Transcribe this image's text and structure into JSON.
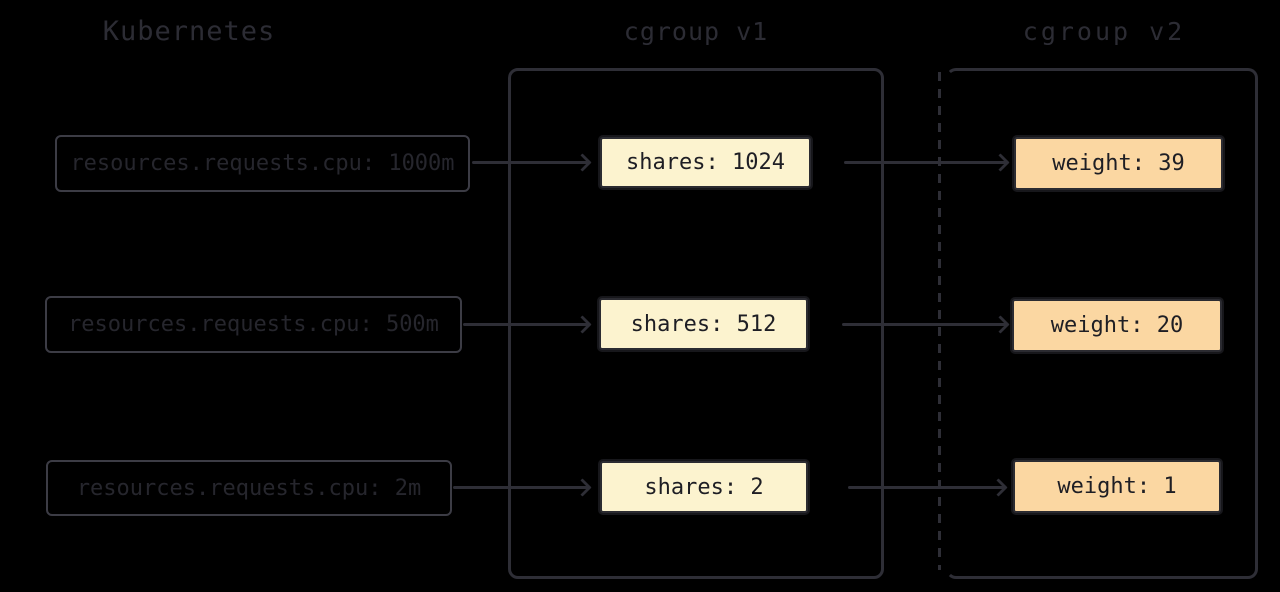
{
  "diagram": {
    "description_note": "mapping of Kubernetes CPU requests to cgroup v1 cpu.shares and cgroup v2 cpu.weight",
    "columns": {
      "kubernetes": {
        "header": "Kubernetes",
        "items": [
          {
            "label": "resources.requests.cpu: 1000m"
          },
          {
            "label": "resources.requests.cpu: 500m"
          },
          {
            "label": "resources.requests.cpu: 2m"
          }
        ]
      },
      "cgroup_v1": {
        "header": "cgroup v1",
        "items": [
          {
            "label": "shares: 1024"
          },
          {
            "label": "shares: 512"
          },
          {
            "label": "shares: 2"
          }
        ]
      },
      "cgroup_v2": {
        "header": "cgroup v2",
        "items": [
          {
            "label": "weight: 39"
          },
          {
            "label": "weight: 20"
          },
          {
            "label": "weight: 1"
          }
        ]
      }
    },
    "colors": {
      "background": "#000000",
      "stroke": "#2e2e36",
      "input_box_border": "#3c3c45",
      "shares_box_fill": "#fcf3cf",
      "weight_box_fill": "#fbd7a2",
      "value_box_border": "#2b2b31",
      "value_box_text": "#1e1e24",
      "header_text": "#2c2c34"
    }
  }
}
